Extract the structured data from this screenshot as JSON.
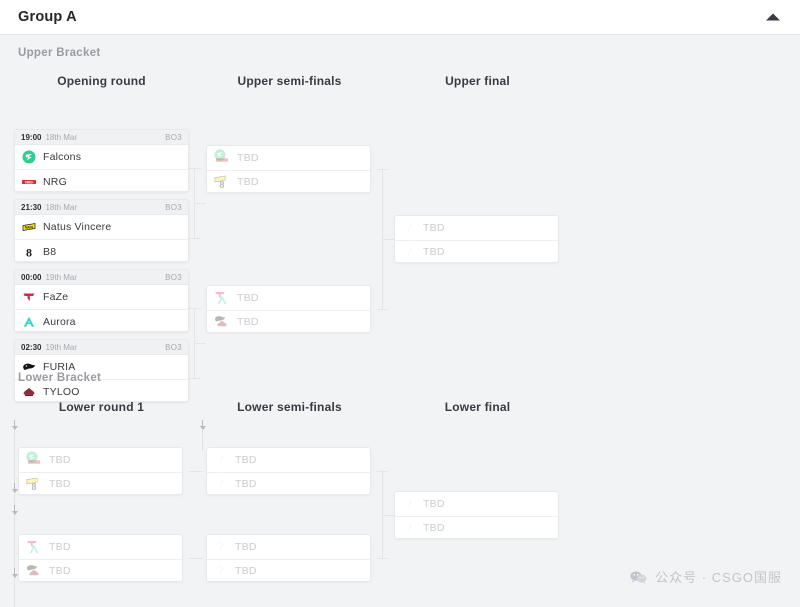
{
  "header": {
    "title": "Group A",
    "collapse_icon": "chevron-up-icon"
  },
  "upper_bracket": {
    "label": "Upper Bracket",
    "rounds": [
      {
        "label": "Opening round"
      },
      {
        "label": "Upper semi-finals"
      },
      {
        "label": "Upper final"
      }
    ]
  },
  "lower_bracket": {
    "label": "Lower Bracket",
    "rounds": [
      {
        "label": "Lower round 1"
      },
      {
        "label": "Lower semi-finals"
      },
      {
        "label": "Lower final"
      }
    ]
  },
  "matches": {
    "opening": [
      {
        "time": "19:00",
        "date": "18th Mar",
        "format": "BO3",
        "teams": [
          {
            "name": "Falcons",
            "logo": "falcons-logo"
          },
          {
            "name": "NRG",
            "logo": "nrg-logo"
          }
        ]
      },
      {
        "time": "21:30",
        "date": "18th Mar",
        "format": "BO3",
        "teams": [
          {
            "name": "Natus Vincere",
            "logo": "navi-logo"
          },
          {
            "name": "B8",
            "logo": "b8-logo"
          }
        ]
      },
      {
        "time": "00:00",
        "date": "19th Mar",
        "format": "BO3",
        "teams": [
          {
            "name": "FaZe",
            "logo": "faze-logo"
          },
          {
            "name": "Aurora",
            "logo": "aurora-logo"
          }
        ]
      },
      {
        "time": "02:30",
        "date": "19th Mar",
        "format": "BO3",
        "teams": [
          {
            "name": "FURIA",
            "logo": "furia-logo"
          },
          {
            "name": "TYLOO",
            "logo": "tyloo-logo"
          }
        ]
      }
    ],
    "upper_semis": [
      {
        "teams": [
          {
            "name": "TBD"
          },
          {
            "name": "TBD"
          }
        ]
      },
      {
        "teams": [
          {
            "name": "TBD"
          },
          {
            "name": "TBD"
          }
        ]
      }
    ],
    "upper_final": {
      "teams": [
        {
          "name": "TBD"
        },
        {
          "name": "TBD"
        }
      ]
    },
    "lower_round1": [
      {
        "teams": [
          {
            "name": "TBD"
          },
          {
            "name": "TBD"
          }
        ]
      },
      {
        "teams": [
          {
            "name": "TBD"
          },
          {
            "name": "TBD"
          }
        ]
      }
    ],
    "lower_semis": [
      {
        "teams": [
          {
            "name": "TBD"
          },
          {
            "name": "TBD"
          }
        ]
      },
      {
        "teams": [
          {
            "name": "TBD"
          },
          {
            "name": "TBD"
          }
        ]
      }
    ],
    "lower_final": {
      "teams": [
        {
          "name": "TBD"
        },
        {
          "name": "TBD"
        }
      ]
    }
  },
  "watermark": {
    "text": "公众号 · CSGO国服",
    "icon": "wechat-icon"
  },
  "colors": {
    "page_bg": "#f2f3f5",
    "card_bg": "#ffffff",
    "card_border": "#e8e9ec",
    "head_bg": "#f0f1f3",
    "tbd_text": "#ccccd2",
    "falcons": "#2ecf8e",
    "nrg": "#d93030",
    "navi": "#f0e21c",
    "b8": "#1b1b1b",
    "faze": "#d6244c",
    "aurora": "#2fd2c8",
    "furia": "#141414",
    "tyloo": "#8e2b34"
  }
}
